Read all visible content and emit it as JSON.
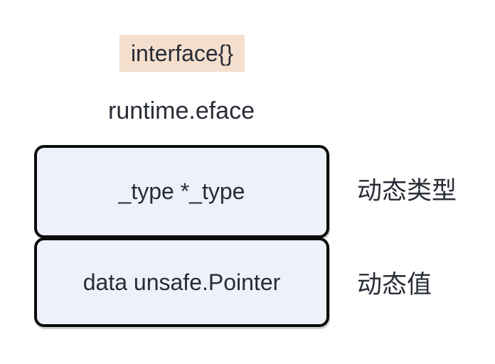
{
  "diagram": {
    "title": "interface{}",
    "subtitle": "runtime.eface",
    "fields": [
      {
        "text": "_type *_type",
        "annotation": "动态类型"
      },
      {
        "text": "data unsafe.Pointer",
        "annotation": "动态值"
      }
    ],
    "colors": {
      "highlight_bg": "#f4dfce",
      "box_fill": "#ecf1fa",
      "box_border": "#0c0c0c",
      "text": "#282c35",
      "background": "#ffffff"
    }
  }
}
